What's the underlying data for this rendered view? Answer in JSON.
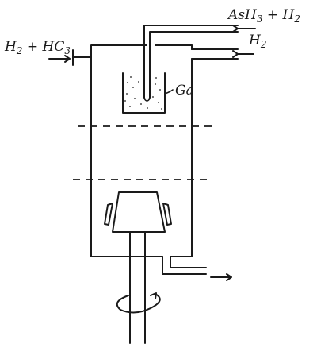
{
  "labels": {
    "inlet_left": {
      "main": "H",
      "sub1": "2",
      "mid": " + HC",
      "sub2": "3"
    },
    "inlet_top": {
      "main": "AsH",
      "sub1": "3",
      "mid": " + H",
      "sub2": "2"
    },
    "inlet_right": {
      "main": "H",
      "sub1": "2"
    },
    "boat": "Ga"
  },
  "colors": {
    "ink": "#1a1a1a",
    "background": "#ffffff"
  }
}
